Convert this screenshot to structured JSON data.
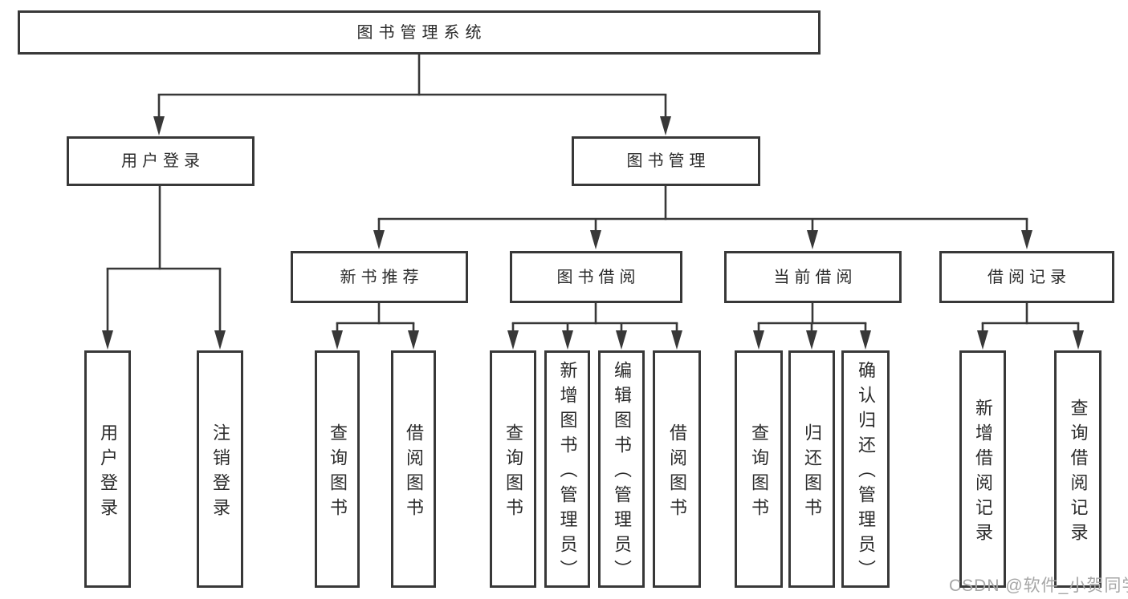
{
  "tree": {
    "label": "图书管理系统",
    "children": [
      {
        "label": "用户登录",
        "children": [
          {
            "label": "用户登录"
          },
          {
            "label": "注销登录"
          }
        ]
      },
      {
        "label": "图书管理",
        "children": [
          {
            "label": "新书推荐",
            "children": [
              {
                "label": "查询图书"
              },
              {
                "label": "借阅图书"
              }
            ]
          },
          {
            "label": "图书借阅",
            "children": [
              {
                "label": "查询图书"
              },
              {
                "label": "新增图书（管理员）"
              },
              {
                "label": "编辑图书（管理员）"
              },
              {
                "label": "借阅图书"
              }
            ]
          },
          {
            "label": "当前借阅",
            "children": [
              {
                "label": "查询图书"
              },
              {
                "label": "归还图书"
              },
              {
                "label": "确认归还（管理员）"
              }
            ]
          },
          {
            "label": "借阅记录",
            "children": [
              {
                "label": "新增借阅记录"
              },
              {
                "label": "查询借阅记录"
              }
            ]
          }
        ]
      }
    ]
  },
  "watermark": {
    "text": "CSDN @软件_小贺同学"
  },
  "colors": {
    "line": "#383838",
    "text": "#2b2b2b",
    "box_background": "#ffffff",
    "page_background": "#ffffff",
    "watermark": "#a6a6a6"
  }
}
